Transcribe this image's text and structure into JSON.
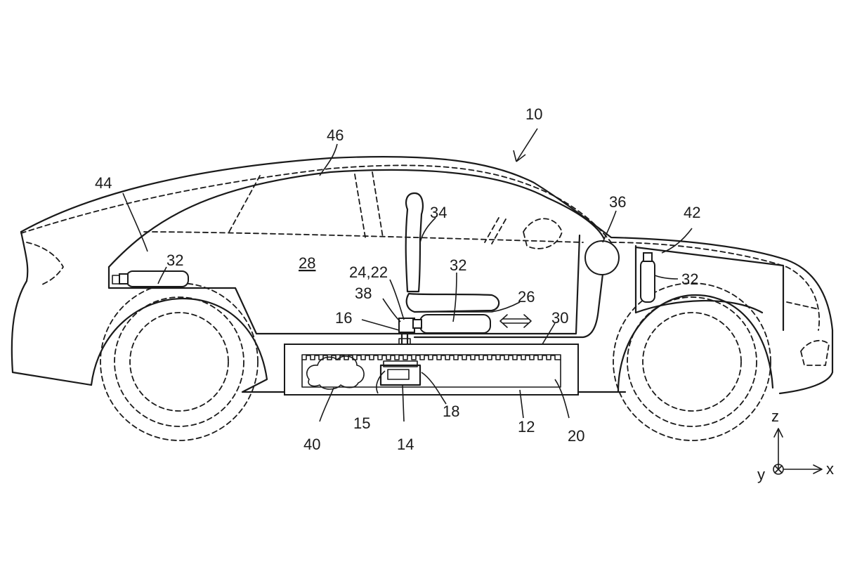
{
  "figure": {
    "labels": {
      "vehicle": "10",
      "battery_housing": "12",
      "cell_module": "14",
      "module_wall": "15",
      "conduit": "16",
      "sensor": "18",
      "housing_interior": "20",
      "valve": "24,22",
      "seat_track": "26",
      "cabin": "28",
      "floor_line": "30",
      "tank_trunk": "32",
      "tank_seat": "32",
      "tank_front": "32",
      "seat": "34",
      "reservoir": "36",
      "connector": "38",
      "gas_cloud": "40",
      "front_compartment": "42",
      "trunk": "44",
      "roof": "46"
    },
    "axes": {
      "z": "z",
      "y": "y",
      "x": "x"
    }
  }
}
